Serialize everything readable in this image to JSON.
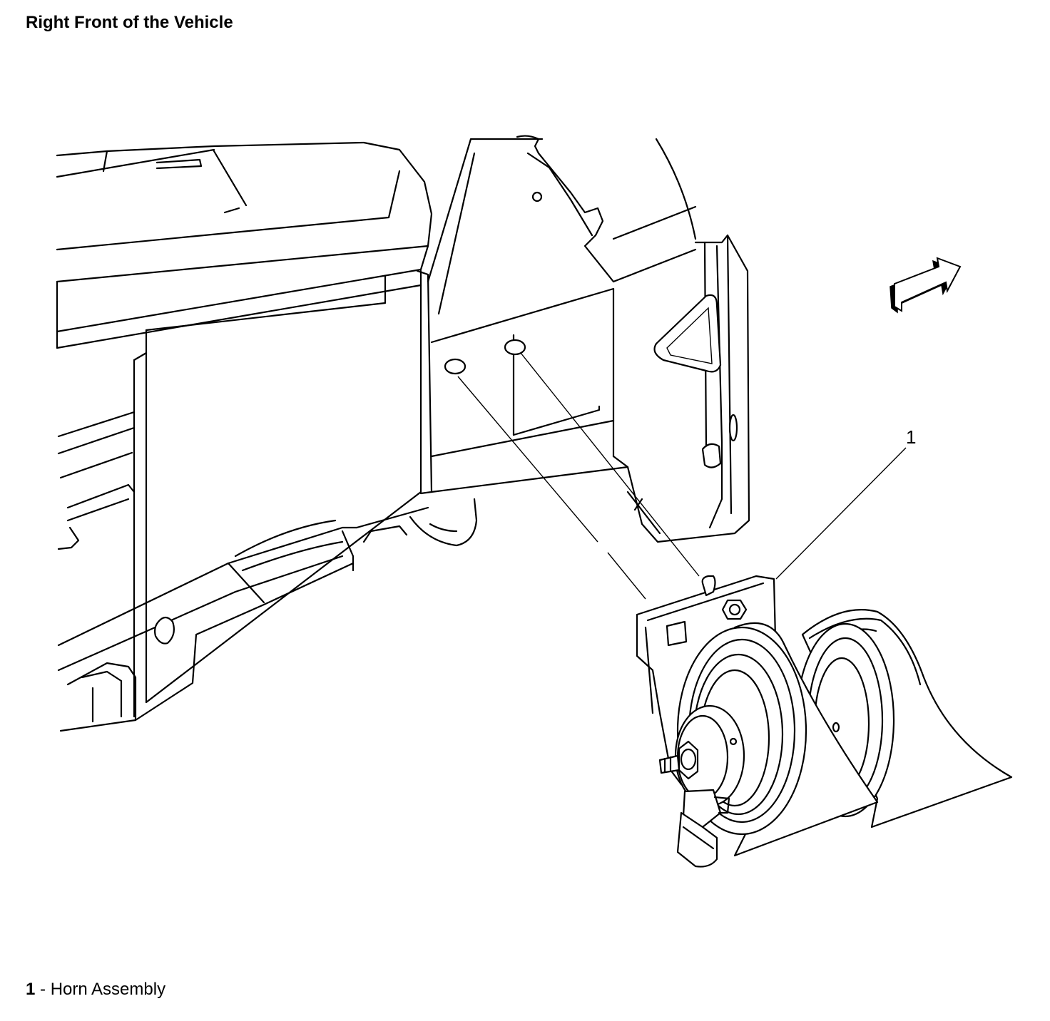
{
  "title": "Right Front of the Vehicle",
  "callouts": [
    {
      "number": "1",
      "label": "Horn Assembly"
    }
  ],
  "legend": {
    "number": "1",
    "separator": " - ",
    "text": "Horn Assembly"
  },
  "icons": {
    "direction_arrow": "front-direction-arrow-icon"
  }
}
